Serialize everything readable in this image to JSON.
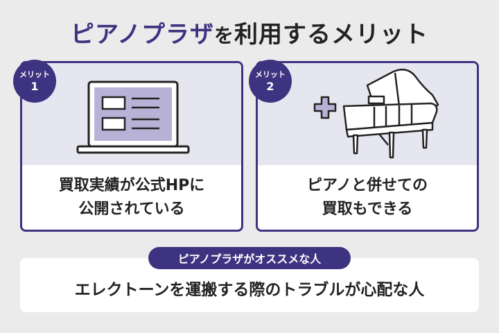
{
  "title": {
    "brand": "ピアノプラザ",
    "particle": "を",
    "rest": "利用するメリット"
  },
  "cards": [
    {
      "badge_label": "メリット",
      "badge_num": "1",
      "caption_line1": "買取実績が公式HPに",
      "caption_line2": "公開されている",
      "icon": "laptop-icon"
    },
    {
      "badge_label": "メリット",
      "badge_num": "2",
      "caption_line1": "ピアノと併せての",
      "caption_line2": "買取もできる",
      "icon": "grand-piano-icon"
    }
  ],
  "recommend": {
    "pill": "ピアノプラザがオススメな人",
    "text": "エレクトーンを運搬する際のトラブルが心配な人"
  },
  "colors": {
    "accent": "#3e3380",
    "background": "#ebebeb",
    "illustration_bg": "#e6e6f0"
  }
}
